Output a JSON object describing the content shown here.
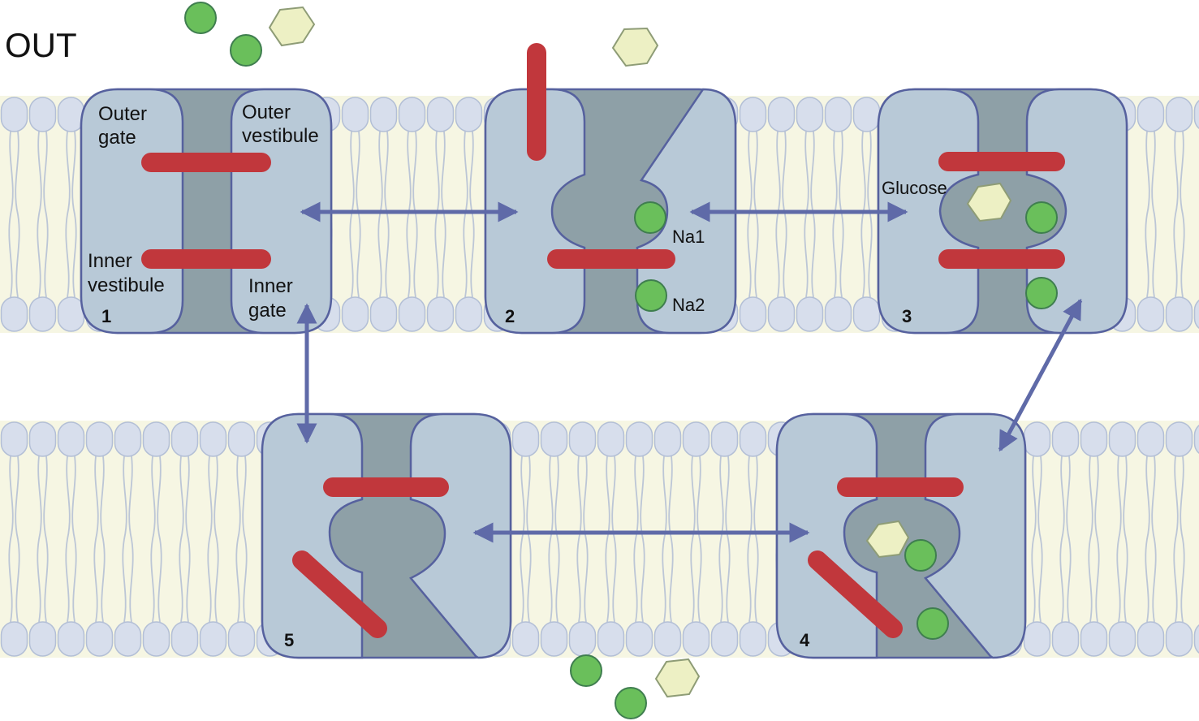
{
  "labels": {
    "out": "OUT",
    "outer_gate": [
      "Outer",
      "gate"
    ],
    "outer_vestibule": [
      "Outer",
      "vestibule"
    ],
    "inner_vestibule": [
      "Inner",
      "vestibule"
    ],
    "inner_gate": [
      "Inner",
      "gate"
    ],
    "na1": "Na1",
    "na2": "Na2",
    "glucose": "Glucose"
  },
  "states": [
    "1",
    "2",
    "3",
    "4",
    "5"
  ],
  "colors": {
    "lipid_head": "#d7deec",
    "lipid_head_stroke": "#b3bfd6",
    "lipid_core": "#f6f6e3",
    "lipid_tail": "#bcc6d6",
    "protein_body": "#b8c9d7",
    "protein_stroke": "#56619e",
    "channel": "#8ea0a7",
    "gate": "#c1373c",
    "sodium": "#6abf5b",
    "sodium_stroke": "#3f7e4f",
    "glucose": "#edf0c4",
    "glucose_stroke": "#8e9c76",
    "arrow": "#5f6aa8"
  },
  "icons": {
    "sodium": "sodium-ion-icon",
    "glucose": "glucose-molecule-icon",
    "arrow": "double-headed-arrow-icon"
  }
}
